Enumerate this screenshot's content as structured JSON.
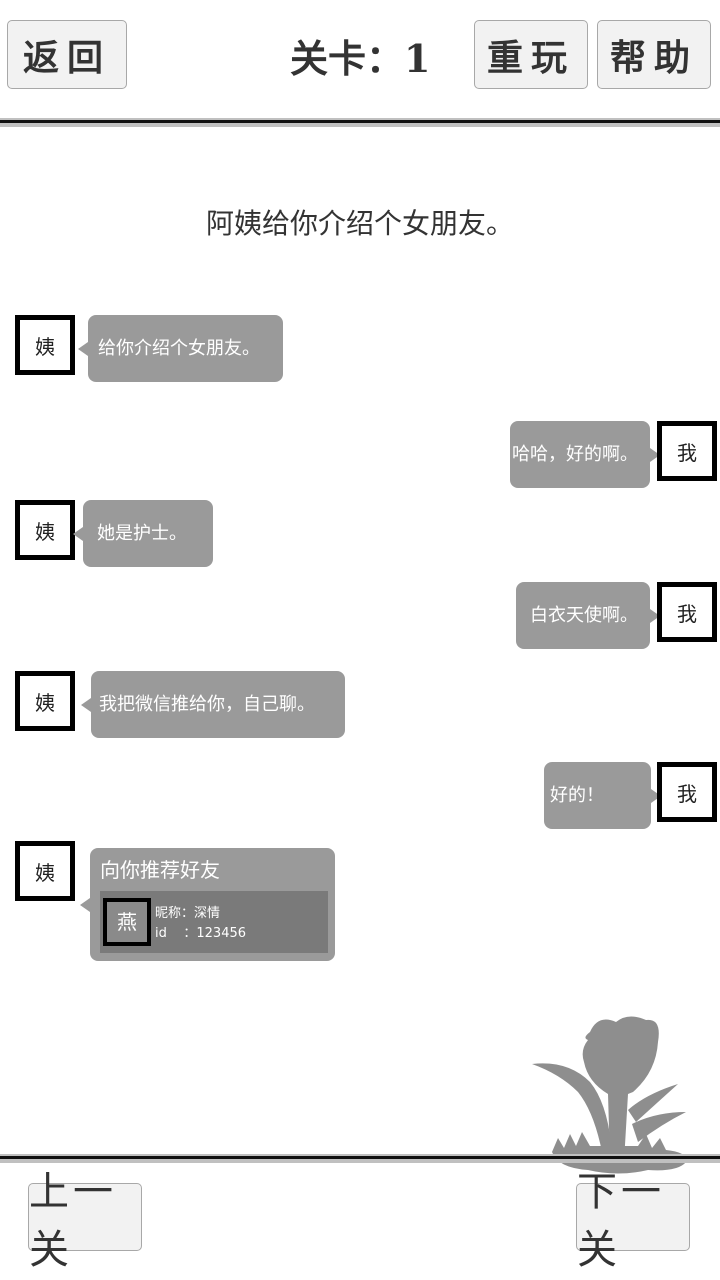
{
  "header": {
    "back_label": "返回",
    "level_label": "关卡：1",
    "replay_label": "重玩",
    "help_label": "帮助"
  },
  "prompt": "阿姨给你介绍个女朋友。",
  "messages": [
    {
      "side": "left",
      "avatar": "姨",
      "text": "给你介绍个女朋友。"
    },
    {
      "side": "right",
      "avatar": "我",
      "text": "哈哈，好的啊。"
    },
    {
      "side": "left",
      "avatar": "姨",
      "text": "她是护士。"
    },
    {
      "side": "right",
      "avatar": "我",
      "text": "白衣天使啊。"
    },
    {
      "side": "left",
      "avatar": "姨",
      "text": "我把微信推给你，自己聊。"
    },
    {
      "side": "right",
      "avatar": "我",
      "text": "好的！"
    },
    {
      "side": "left",
      "avatar": "姨",
      "card": {
        "title": "向你推荐好友",
        "avatar": "燕",
        "nickname_line": "昵称：深情",
        "id_line": "id    ：123456"
      }
    }
  ],
  "footer": {
    "prev_label": "上一关",
    "next_label": "下一关"
  },
  "colors": {
    "bubble": "#9a9a9a",
    "card_inner": "#7a7a7a",
    "button_bg": "#f2f2f2"
  }
}
